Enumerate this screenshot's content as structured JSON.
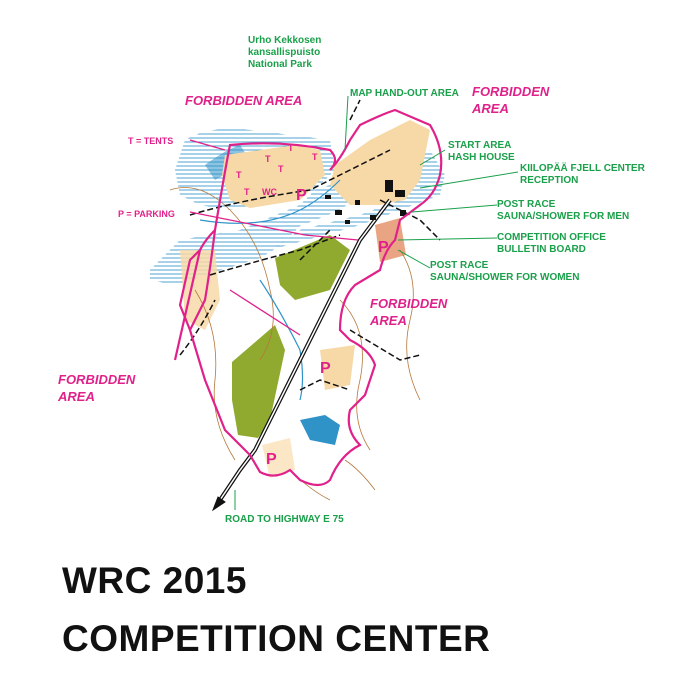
{
  "title_line1": "WRC 2015",
  "title_line2": "COMPETITION CENTER",
  "park_label": [
    "Urho Kekkosen",
    "kansallispuisto",
    "National Park"
  ],
  "forbidden_area": [
    "FORBIDDEN AREA",
    "FORBIDDEN",
    "AREA"
  ],
  "legend": {
    "tents": "T = TENTS",
    "parking": "P = PARKING"
  },
  "annotations": {
    "map_handout": "MAP HAND-OUT AREA",
    "start_area": [
      "START AREA",
      "HASH HOUSE"
    ],
    "kiilopaa": [
      "KIILOPÄÄ FJELL CENTER",
      "RECEPTION"
    ],
    "post_race_men": [
      "POST RACE",
      "SAUNA/SHOWER FOR MEN"
    ],
    "competition_office": [
      "COMPETITION OFFICE",
      "BULLETIN BOARD"
    ],
    "post_race_women": [
      "POST RACE",
      "SAUNA/SHOWER FOR WOMEN"
    ],
    "road": "ROAD TO HIGHWAY E 75"
  },
  "map_symbols": {
    "tent": "T",
    "wc": "WC",
    "parking": "P"
  },
  "colors": {
    "forbidden": "#e0218a",
    "labels": "#1aa04a",
    "marsh": "#2f93c8",
    "open_land": "#f7d9a8",
    "forest_green": "#8faa2e"
  }
}
